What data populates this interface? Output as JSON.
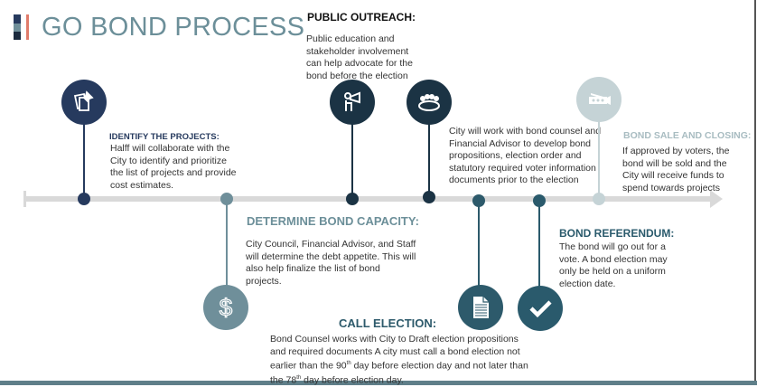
{
  "title": "GO BOND PROCESS",
  "colors": {
    "navy": "#263a5e",
    "dark": "#1b3344",
    "teal": "#2d5a6b",
    "slate": "#6f8f9a",
    "pale": "#c5d3d6",
    "accent": "#e07b6a",
    "line": "#d9d9d9"
  },
  "steps": {
    "identify": {
      "heading": "IDENTIFY THE PROJECTS:",
      "body": "Halff will collaborate with the City to identify and prioritize the list of projects and provide cost estimates.",
      "icon": "pushpin-notes-icon"
    },
    "capacity": {
      "heading": "DETERMINE BOND CAPACITY:",
      "body": "City Council, Financial Advisor, and Staff will determine the debt appetite. This will also help finalize the list of bond projects.",
      "icon": "dollar-icon"
    },
    "outreach": {
      "heading": "PUBLIC OUTREACH:",
      "body": "Public education and stakeholder involvement can help advocate for the bond before the election",
      "icon": "megaphone-icon"
    },
    "counsel": {
      "body": "City will work with bond counsel and Financial Advisor to develop bond propositions, election order and statutory required voter information documents prior to the election",
      "icon": "crowd-icon"
    },
    "call": {
      "heading": "CALL ELECTION:",
      "body_1": "Bond Counsel works with City to Draft election propositions and required documents  A city must call a bond election not earlier than the 90",
      "sup_1": "th",
      "body_2": " day before election day and not later than the 78",
      "sup_2": "th",
      "body_3": " day before election day.",
      "icon": "document-icon"
    },
    "referendum": {
      "heading": "BOND REFERENDUM:",
      "body": "The bond will go out for a vote.  A bond election may only be held on a uniform election date.",
      "icon": "checkmark-icon"
    },
    "sale": {
      "heading": "BOND SALE AND CLOSING:",
      "body": "If approved by voters, the bond will be sold and the City will receive funds to spend towards projects",
      "icon": "money-icon"
    }
  }
}
